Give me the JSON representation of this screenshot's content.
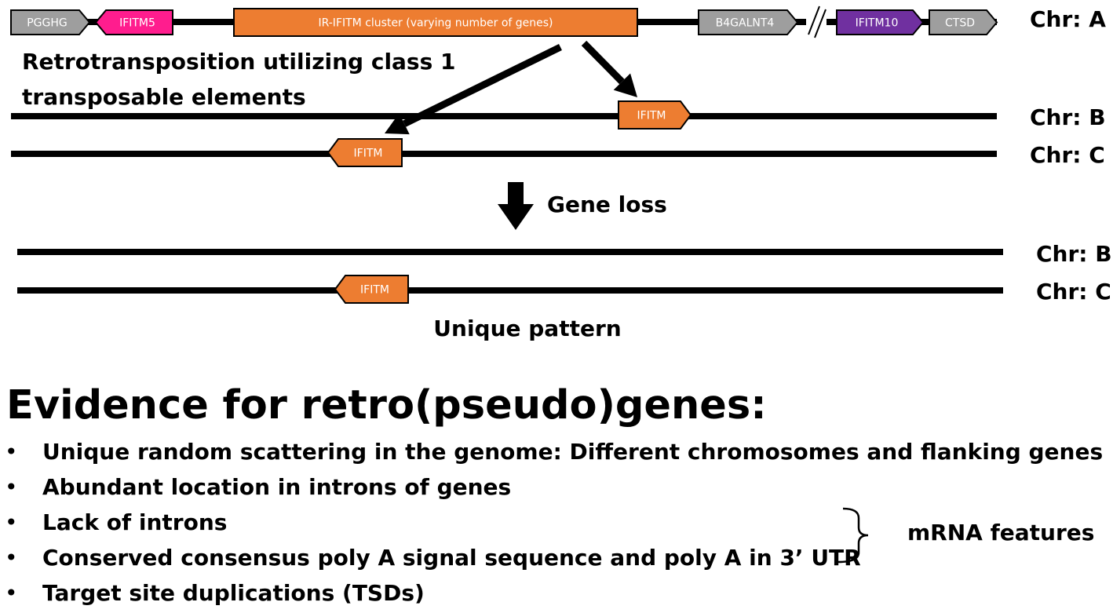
{
  "colors": {
    "gray": "#9e9e9e",
    "pink": "#ff1d8e",
    "orange": "#ed7d31",
    "purple": "#7030a0",
    "line": "#000000"
  },
  "top_row": {
    "chromosome": "Chr: A",
    "genes": [
      {
        "label": "PGGHG",
        "color": "gray",
        "shape": "pentagon-right"
      },
      {
        "label": "IFITM5",
        "color": "pink",
        "shape": "pentagon-left"
      },
      {
        "label": "IR-IFITM cluster (varying number of genes)",
        "color": "orange",
        "shape": "rect"
      },
      {
        "label": "B4GALNT4",
        "color": "gray",
        "shape": "pentagon-right"
      },
      {
        "label": "IFITM10",
        "color": "purple",
        "shape": "pentagon-right"
      },
      {
        "label": "CTSD",
        "color": "gray",
        "shape": "pentagon-right"
      }
    ]
  },
  "retro_note": [
    "Retrotransposition utilizing class 1",
    "transposable elements"
  ],
  "after_retro": [
    {
      "chromosome": "Chr: B",
      "gene": {
        "label": "IFITM",
        "shape": "pentagon-right"
      }
    },
    {
      "chromosome": "Chr: C",
      "gene": {
        "label": "IFITM",
        "shape": "pentagon-left"
      }
    }
  ],
  "gene_loss_label": "Gene loss",
  "after_loss": [
    {
      "chromosome": "Chr: B"
    },
    {
      "chromosome": "Chr: C",
      "gene": {
        "label": "IFITM",
        "shape": "pentagon-left"
      }
    }
  ],
  "unique_pattern_label": "Unique pattern",
  "evidence": {
    "heading": "Evidence for retro(pseudo)genes:",
    "bullet": "•",
    "items": [
      "Unique random scattering in the genome: Different chromosomes and flanking genes",
      "Abundant location in introns of genes",
      "Lack of introns",
      "Conserved consensus poly A signal sequence and poly A in 3’ UTR",
      "Target site duplications (TSDs)"
    ],
    "bracket_label": "mRNA features"
  }
}
